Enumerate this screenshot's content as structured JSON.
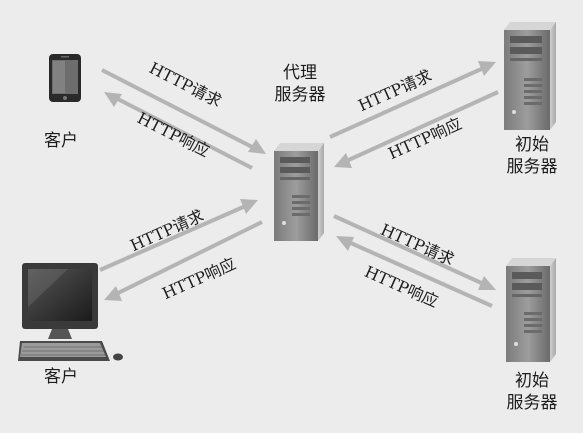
{
  "nodes": {
    "client_phone": {
      "label": "客户",
      "icon": "smartphone-icon"
    },
    "client_pc": {
      "label": "客户",
      "icon": "desktop-computer-icon"
    },
    "proxy": {
      "label_line1": "代理",
      "label_line2": "服务器",
      "icon": "server-tower-icon"
    },
    "origin_top": {
      "label_line1": "初始",
      "label_line2": "服务器",
      "icon": "server-tower-icon"
    },
    "origin_bottom": {
      "label_line1": "初始",
      "label_line2": "服务器",
      "icon": "server-tower-icon"
    }
  },
  "arrows": {
    "phone_request": "HTTP请求",
    "phone_response": "HTTP响应",
    "pc_request": "HTTP请求",
    "pc_response": "HTTP响应",
    "top_request": "HTTP请求",
    "top_response": "HTTP响应",
    "bottom_request": "HTTP请求",
    "bottom_response": "HTTP响应"
  },
  "colors": {
    "background": "#ececec",
    "arrow": "#b4b4b4",
    "device_dark": "#2a2a2a",
    "device_mid": "#8a8a8a",
    "device_light": "#cfcfcf"
  }
}
